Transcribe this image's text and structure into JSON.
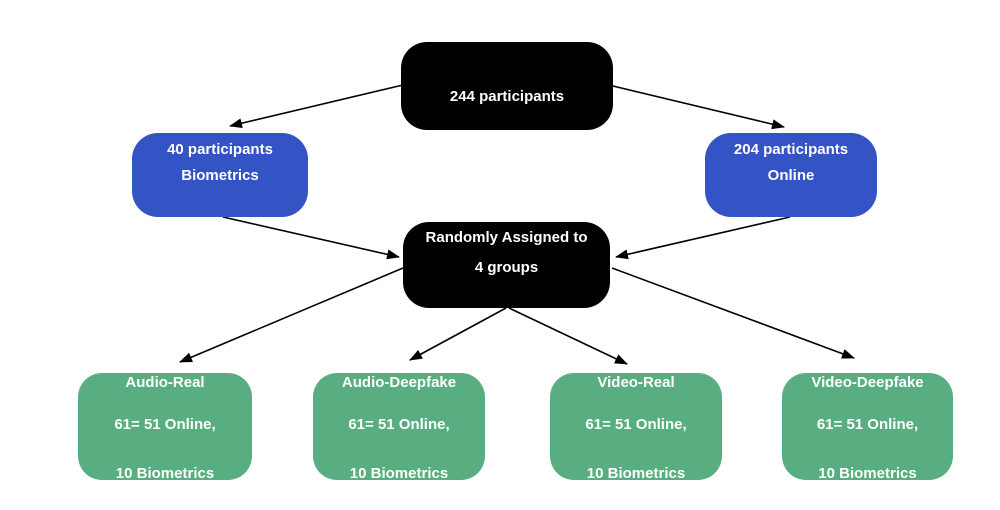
{
  "diagram": {
    "title": "participant assignment flowchart",
    "colors": {
      "background": "#ffffff",
      "node_black": "#000000",
      "node_blue": "#3453c4",
      "node_green": "#58ae80",
      "node_text": "#ffffff",
      "connector": "#000000"
    },
    "nodes": {
      "total": {
        "label": "244 participants"
      },
      "biometrics": {
        "line1": "40 participants",
        "line2": "Biometrics"
      },
      "online": {
        "line1": "204 participants",
        "line2": "Online"
      },
      "assignment": {
        "line1": "Randomly Assigned to",
        "line2": "4 groups"
      },
      "groups": [
        {
          "title": "Audio-Real",
          "line2": "61= 51 Online,",
          "line3": "10 Biometrics"
        },
        {
          "title": "Audio-Deepfake",
          "line2": "61= 51 Online,",
          "line3": "10 Biometrics"
        },
        {
          "title": "Video-Real",
          "line2": "61= 51 Online,",
          "line3": "10 Biometrics"
        },
        {
          "title": "Video-Deepfake",
          "line2": "61= 51 Online,",
          "line3": "10 Biometrics"
        }
      ]
    },
    "edges": [
      {
        "from": "total",
        "to": "biometrics"
      },
      {
        "from": "total",
        "to": "online"
      },
      {
        "from": "biometrics",
        "to": "assignment"
      },
      {
        "from": "online",
        "to": "assignment"
      },
      {
        "from": "assignment",
        "to": "Audio-Real"
      },
      {
        "from": "assignment",
        "to": "Audio-Deepfake"
      },
      {
        "from": "assignment",
        "to": "Video-Real"
      },
      {
        "from": "assignment",
        "to": "Video-Deepfake"
      }
    ]
  }
}
